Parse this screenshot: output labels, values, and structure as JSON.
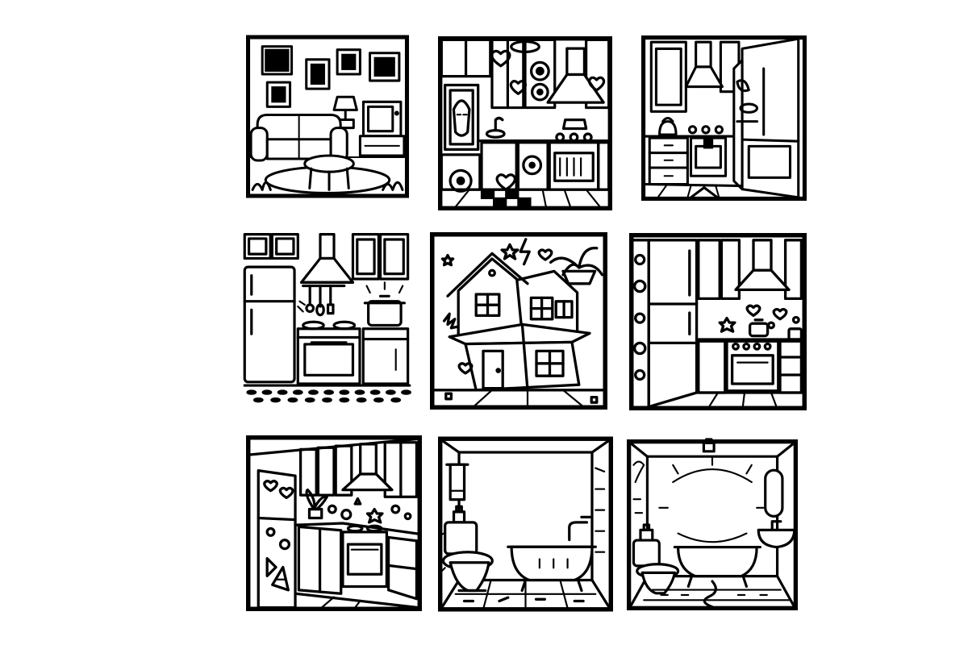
{
  "sheet": {
    "background": "#ffffff",
    "ink": "#000000",
    "style": "black-and-white line art",
    "panels": [
      {
        "id": "living-room",
        "icons": [
          "sofa-icon",
          "coffee-table-icon",
          "tv-icon",
          "lamp-icon",
          "picture-frame-icon",
          "rug-icon",
          "plant-icon"
        ]
      },
      {
        "id": "pop-art-kitchen",
        "icons": [
          "cabinet-icon",
          "range-hood-icon",
          "portrait-icon",
          "heart-icon",
          "flower-icon",
          "sink-icon",
          "stove-icon",
          "checkered-floor-icon"
        ]
      },
      {
        "id": "kitchen-with-fridge",
        "icons": [
          "cabinet-icon",
          "range-hood-icon",
          "refrigerator-icon",
          "kettle-icon",
          "stove-icon",
          "tiled-floor-icon"
        ]
      },
      {
        "id": "kitchen-with-utensils",
        "icons": [
          "cabinet-icon",
          "range-hood-icon",
          "refrigerator-icon",
          "utensil-icon",
          "pot-icon",
          "oven-icon",
          "dishwasher-icon"
        ]
      },
      {
        "id": "house-exterior",
        "icons": [
          "house-icon",
          "window-icon",
          "door-icon",
          "star-icon",
          "heart-icon",
          "palm-icon"
        ]
      },
      {
        "id": "kitchen-with-hearts",
        "icons": [
          "refrigerator-icon",
          "range-hood-icon",
          "cabinet-icon",
          "heart-icon",
          "pot-icon",
          "oven-icon"
        ]
      },
      {
        "id": "corner-kitchen",
        "icons": [
          "refrigerator-icon",
          "cabinet-icon",
          "range-hood-icon",
          "plant-icon",
          "oven-icon",
          "heart-icon"
        ]
      },
      {
        "id": "bathroom-with-towel",
        "icons": [
          "towel-icon",
          "toilet-icon",
          "bathtub-icon",
          "faucet-icon",
          "soap-icon",
          "tiled-floor-icon"
        ]
      },
      {
        "id": "bathroom-with-mirror",
        "icons": [
          "mirror-icon",
          "toilet-icon",
          "bathtub-icon",
          "sink-icon",
          "soap-icon",
          "tiled-floor-icon"
        ]
      }
    ]
  }
}
